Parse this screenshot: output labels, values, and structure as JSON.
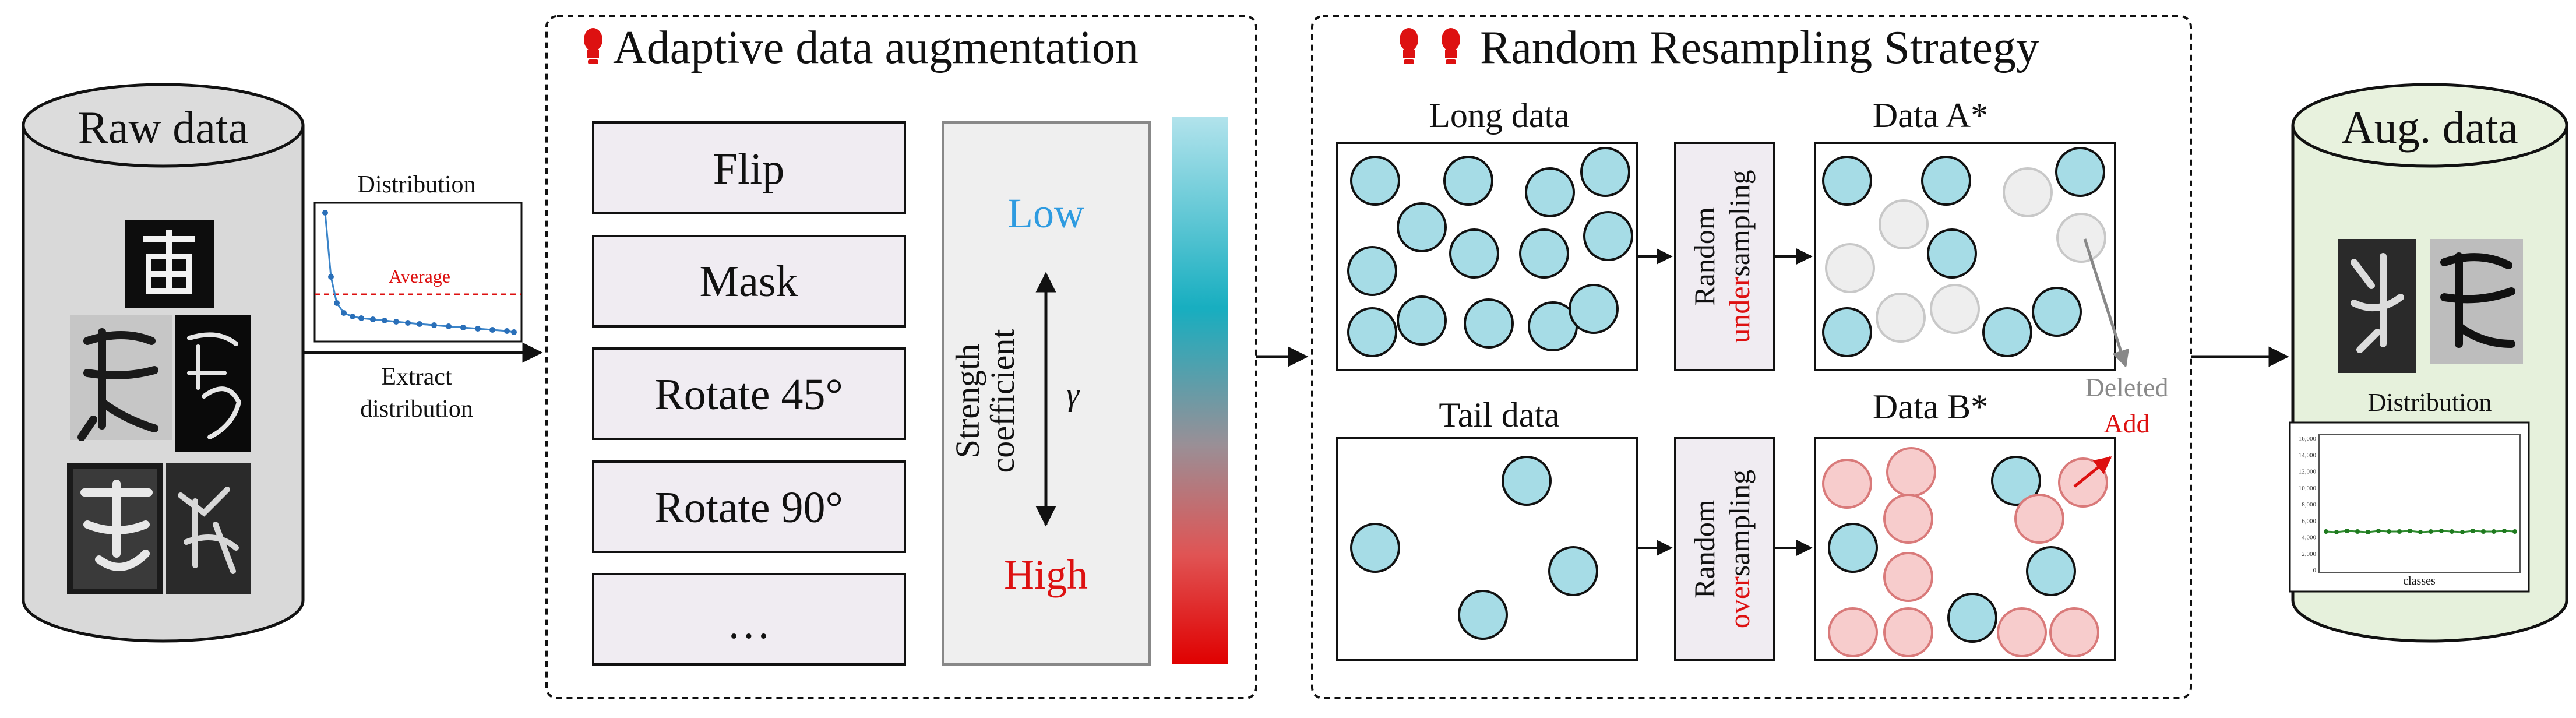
{
  "raw_data": {
    "title": "Raw data"
  },
  "aug_data": {
    "title": "Aug. data"
  },
  "distribution": {
    "label": "Distribution",
    "average_label": "Average",
    "extract_label_line1": "Extract",
    "extract_label_line2": "distribution"
  },
  "aug_distribution": {
    "label": "Distribution",
    "xlabel": "classes",
    "ytick_labels": [
      "0",
      "2,000",
      "4,000",
      "6,000",
      "8,000",
      "10,000",
      "12,000",
      "14,000",
      "16,000"
    ]
  },
  "adaptive": {
    "title": "Adaptive data augmentation",
    "ops": [
      "Flip",
      "Mask",
      "Rotate 45°",
      "Rotate 90°",
      "…"
    ],
    "low_label": "Low",
    "high_label": "High",
    "strength_line1": "Strength",
    "strength_line2": "coefficient",
    "gamma": "γ"
  },
  "resampling": {
    "title": "Random Resampling Strategy",
    "long_data": "Long data",
    "tail_data": "Tail data",
    "data_a": "Data A*",
    "data_b": "Data B*",
    "under_prefix": "Random",
    "under_highlight": "under",
    "under_suffix": "sampling",
    "over_prefix": "Random",
    "over_highlight": "over",
    "over_suffix": "sampling",
    "deleted": "Deleted",
    "add": "Add"
  },
  "colors": {
    "circle_fill": "#a6dce6",
    "ghost_fill": "#eeeeee",
    "pink_fill": "#f7cccc",
    "pink_stroke": "#d97a7a",
    "low_blue": "#2e9be0",
    "high_red": "#dd1111",
    "box_fill": "#f0ecf2",
    "cylinder_raw": "#d9d9d9",
    "cylinder_aug": "#e6f1dc"
  },
  "icons": [
    "lightbulb-icon"
  ]
}
